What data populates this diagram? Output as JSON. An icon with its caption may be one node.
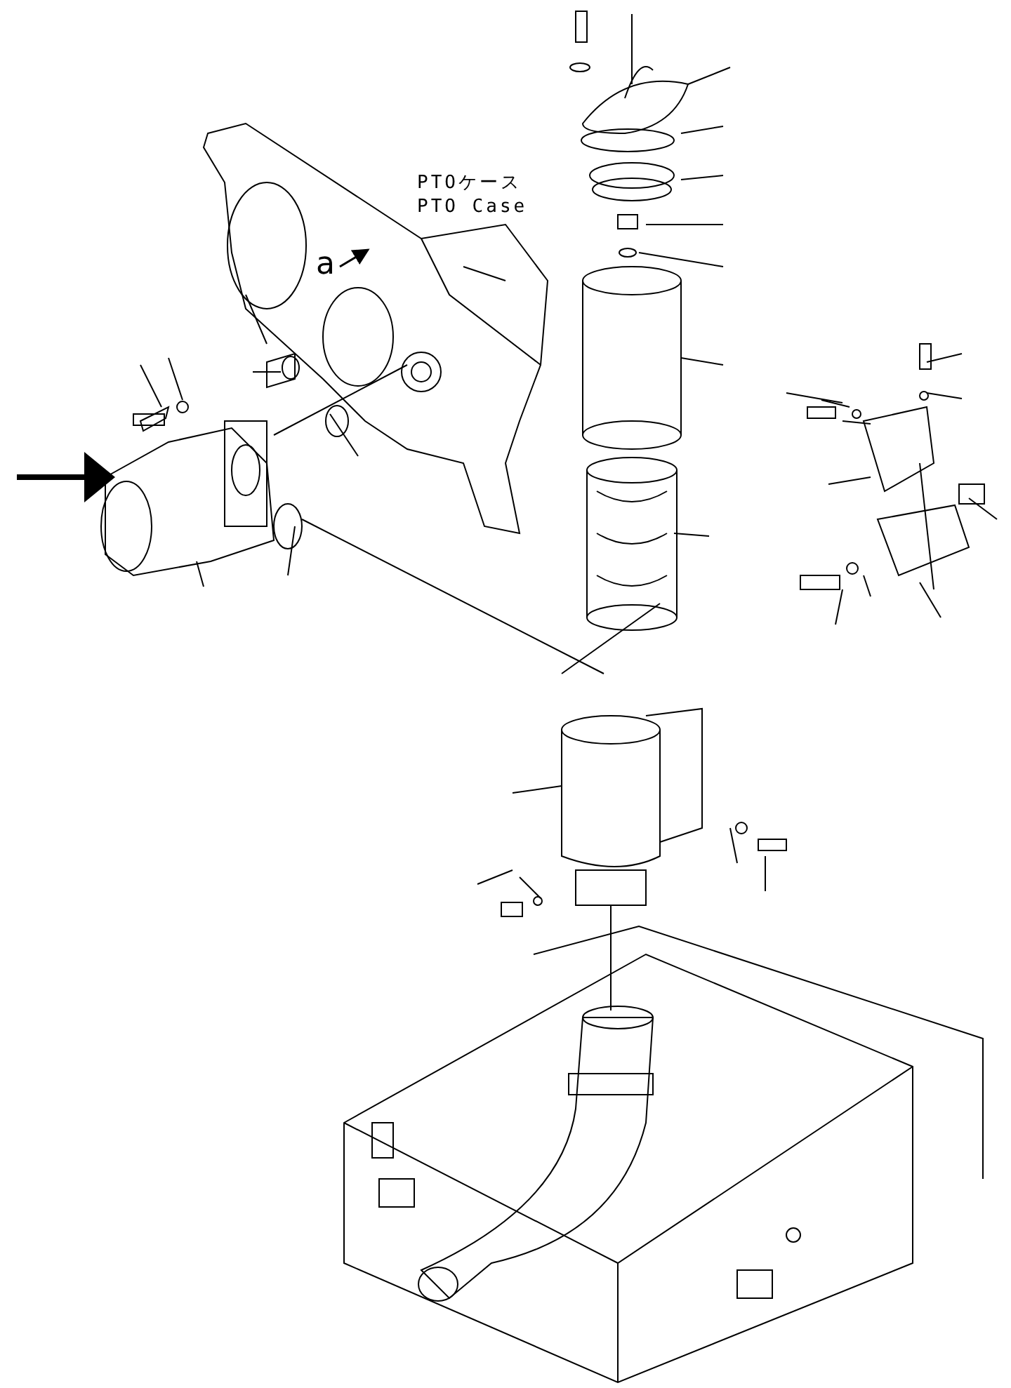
{
  "diagram": {
    "labels": [
      "PTOケース",
      "PTO Case",
      "a"
    ]
  }
}
